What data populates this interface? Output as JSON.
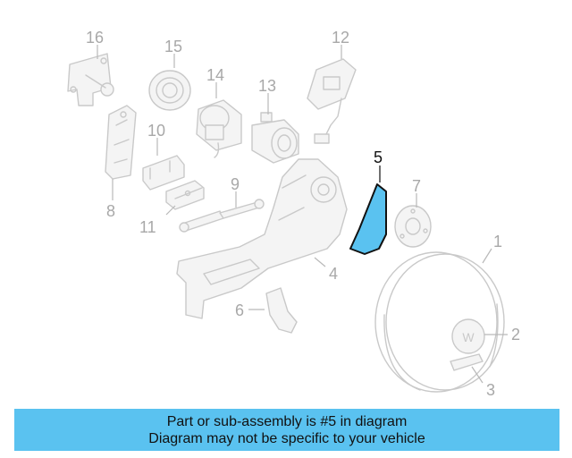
{
  "diagram": {
    "highlighted_part": "5",
    "highlight_color": "#5ac2f0",
    "ghost_color": "#c9c9c9",
    "callouts": [
      {
        "id": "c1",
        "label": "1"
      },
      {
        "id": "c2",
        "label": "2"
      },
      {
        "id": "c3",
        "label": "3"
      },
      {
        "id": "c4",
        "label": "4"
      },
      {
        "id": "c5",
        "label": "5"
      },
      {
        "id": "c6",
        "label": "6"
      },
      {
        "id": "c7",
        "label": "7"
      },
      {
        "id": "c8",
        "label": "8"
      },
      {
        "id": "c9",
        "label": "9"
      },
      {
        "id": "c10",
        "label": "10"
      },
      {
        "id": "c11",
        "label": "11"
      },
      {
        "id": "c12",
        "label": "12"
      },
      {
        "id": "c13",
        "label": "13"
      },
      {
        "id": "c14",
        "label": "14"
      },
      {
        "id": "c15",
        "label": "15"
      },
      {
        "id": "c16",
        "label": "16"
      }
    ]
  },
  "banner": {
    "line1": "Part or sub-assembly is #5 in diagram",
    "line2": "Diagram may not be specific to your vehicle",
    "background": "#5ac2f0"
  }
}
